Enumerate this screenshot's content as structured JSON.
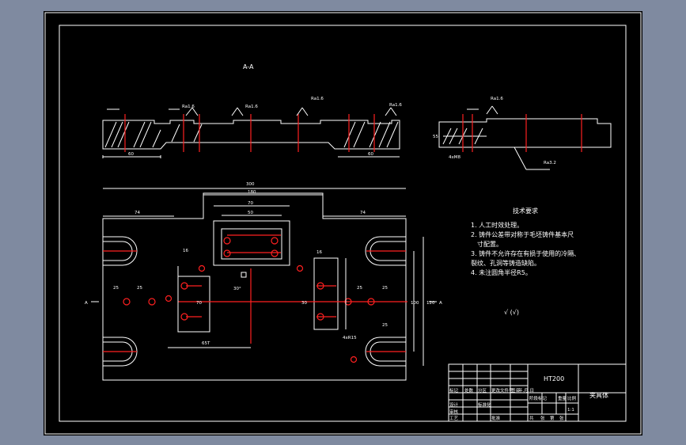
{
  "section_title": "A-A",
  "section_marker": "A",
  "tech_requirements": {
    "heading": "技术要求",
    "items": [
      "1. 人工时效处理。",
      "2. 铸件公差带对称于毛坯铸件基本尺",
      "寸配置。",
      "3. 铸件不允许存在有损于使用的冷隔、",
      "裂纹、孔洞等铸造缺陷。",
      "4. 未注圆角半径R5。"
    ]
  },
  "roughness_note": "√ (√)",
  "roughness_labels": [
    "Ra1.6",
    "Ra1.6",
    "Ra1.6",
    "Ra1.6",
    "Ra1.6",
    "Ra3.2"
  ],
  "dimensions": {
    "top_left_60": "60",
    "top_right_60": "60",
    "overall_300": "300",
    "inner_180": "180",
    "w70": "70",
    "w50": "50",
    "left74": "74",
    "right74": "74",
    "d25a": "25",
    "d25b": "25",
    "d25c": "25",
    "d25d": "25",
    "d25e": "25",
    "d16a": "16",
    "d16b": "16",
    "h100": "100",
    "h120": "120",
    "h55": "55",
    "angle": "30°",
    "d65": "65",
    "bottom_sc": "65T",
    "side_70": "70",
    "side_30": "30",
    "r15": "4xR15",
    "d4m": "4xM8"
  },
  "title_block": {
    "material": "HT200",
    "part_name": "夹具体",
    "small_labels": [
      "标记",
      "处数",
      "分区",
      "更改文件号",
      "签名",
      "年.月.日",
      "设计",
      "标准化",
      "阶段标记",
      "重量",
      "比例",
      "审核",
      "工艺",
      "批准",
      "共",
      "张",
      "第",
      "张",
      "1:1"
    ]
  }
}
